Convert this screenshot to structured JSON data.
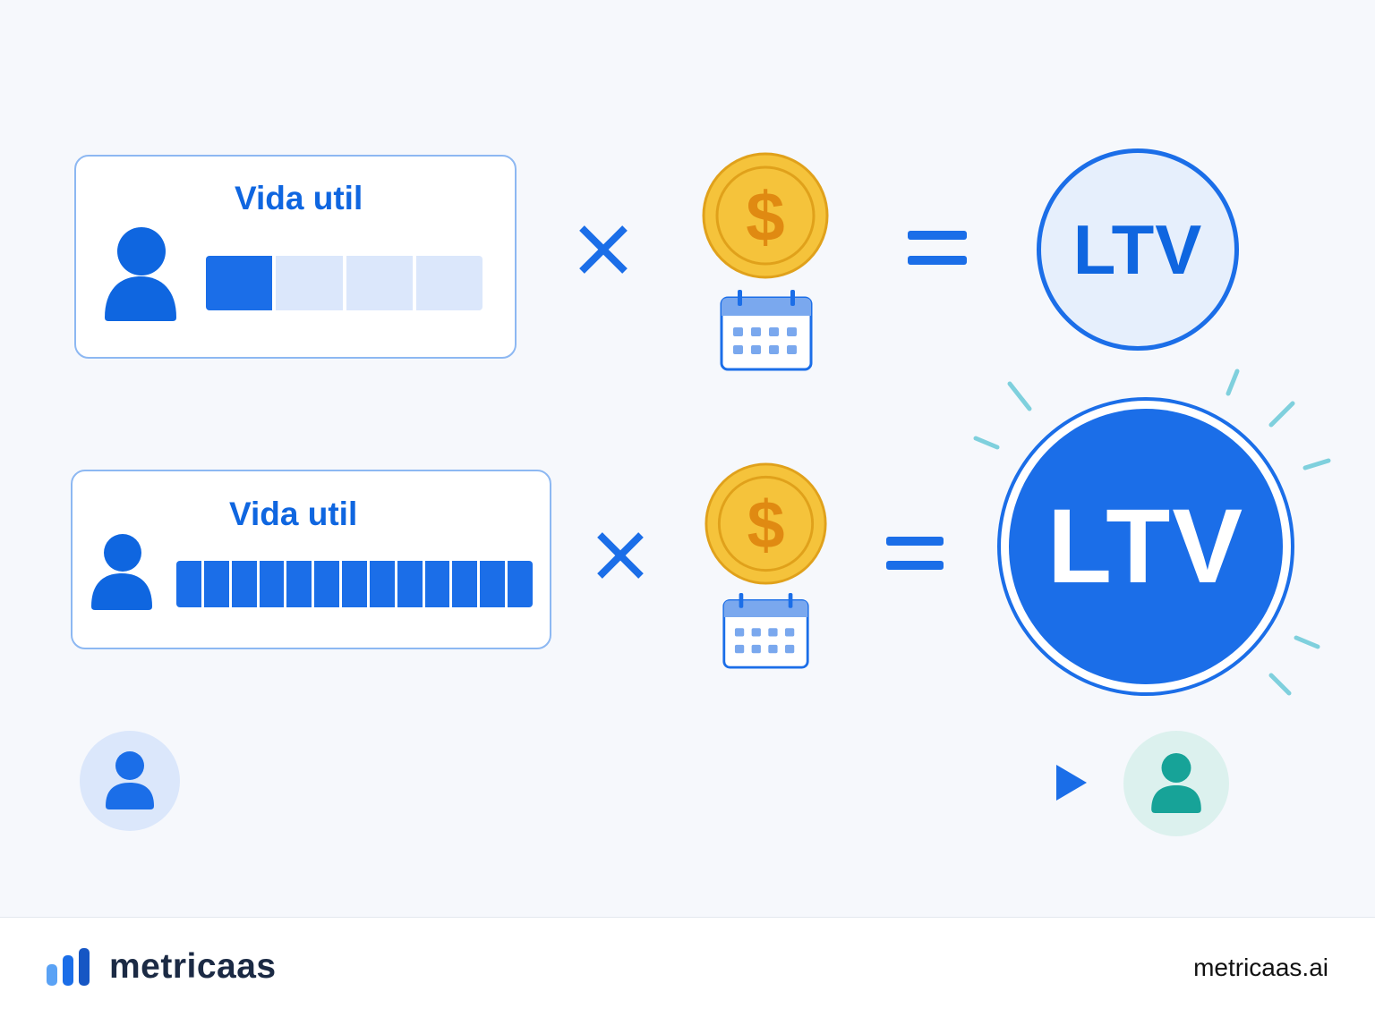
{
  "rows": [
    {
      "card_title": "Vida util",
      "lifetime_progress": {
        "filled": 1,
        "total": 4
      },
      "result_label": "LTV"
    },
    {
      "card_title": "Vida util",
      "lifetime_progress": {
        "filled": 13,
        "total": 13
      },
      "result_label": "LTV"
    }
  ],
  "icons": {
    "user": "user-icon",
    "multiply": "multiply-icon",
    "coin": "dollar-coin-icon",
    "calendar": "calendar-icon",
    "equals": "equals-icon",
    "arrow": "arrow-right-icon",
    "brand": "bar-chart-logo-icon"
  },
  "colors": {
    "primary": "#1b6ee8",
    "primary_light": "#dbe7fb",
    "card_border": "#8db8f2",
    "coin": "#f5c33b",
    "coin_edge": "#e0a11b",
    "teal": "#17a398",
    "sparkle": "#7fd0dd"
  },
  "footer": {
    "brand": "metricaas",
    "url": "metricaas.ai"
  }
}
